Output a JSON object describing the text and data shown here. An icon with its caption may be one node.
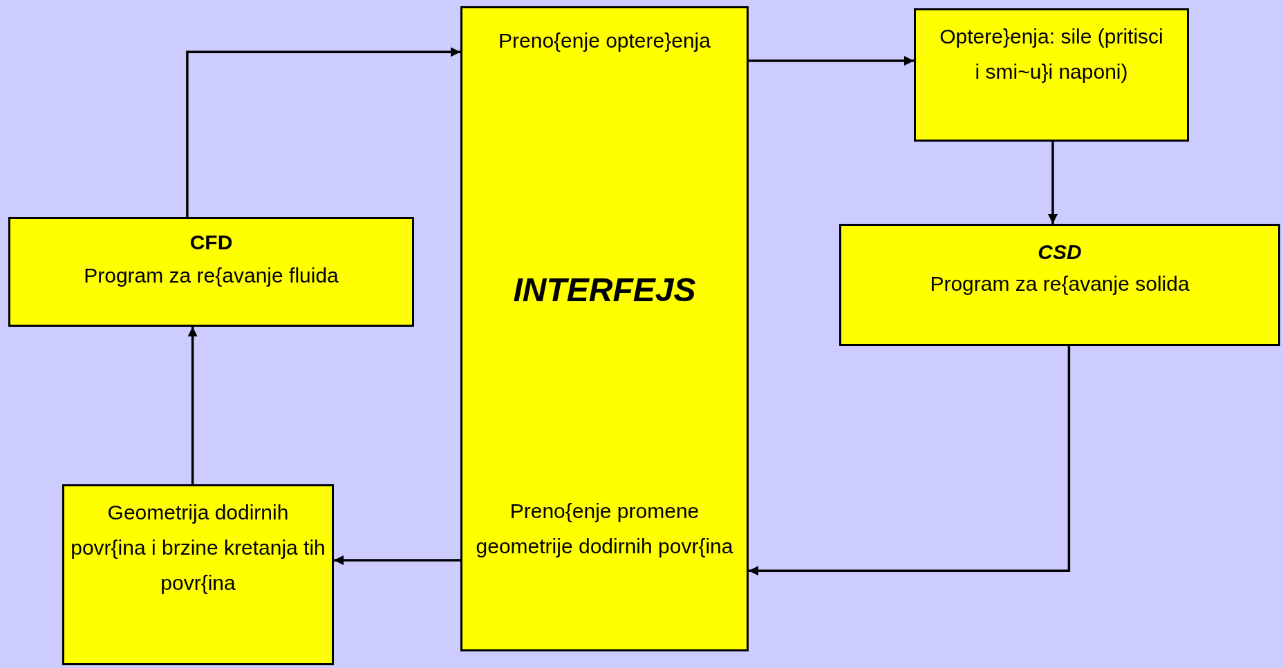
{
  "diagram": {
    "nodes": [
      {
        "text": [
          "CFD",
          "Program za re{avanje fluida"
        ]
      },
      {
        "text": [
          "Preno{enje optere}enja",
          "INTERFEJS",
          "Preno{enje promene geometrije dodirnih povr{ina"
        ]
      },
      {
        "text": [
          "Optere}enja: sile (pritisci i smi~u}i naponi)"
        ]
      },
      {
        "text": [
          "CSD",
          "Program za re{avanje solida"
        ]
      },
      {
        "text": [
          "Geometrija dodirnih povr{ina i brzine kretanja tih povr{ina"
        ]
      }
    ],
    "edges": [
      {
        "from": 0,
        "to": 1,
        "arrow": "to"
      },
      {
        "from": 1,
        "to": 2,
        "arrow": "to"
      },
      {
        "from": 2,
        "to": 3,
        "arrow": "to"
      },
      {
        "from": 3,
        "to": 1,
        "arrow": "to"
      },
      {
        "from": 1,
        "to": 4,
        "arrow": "to"
      },
      {
        "from": 4,
        "to": 0,
        "arrow": "to"
      }
    ]
  }
}
